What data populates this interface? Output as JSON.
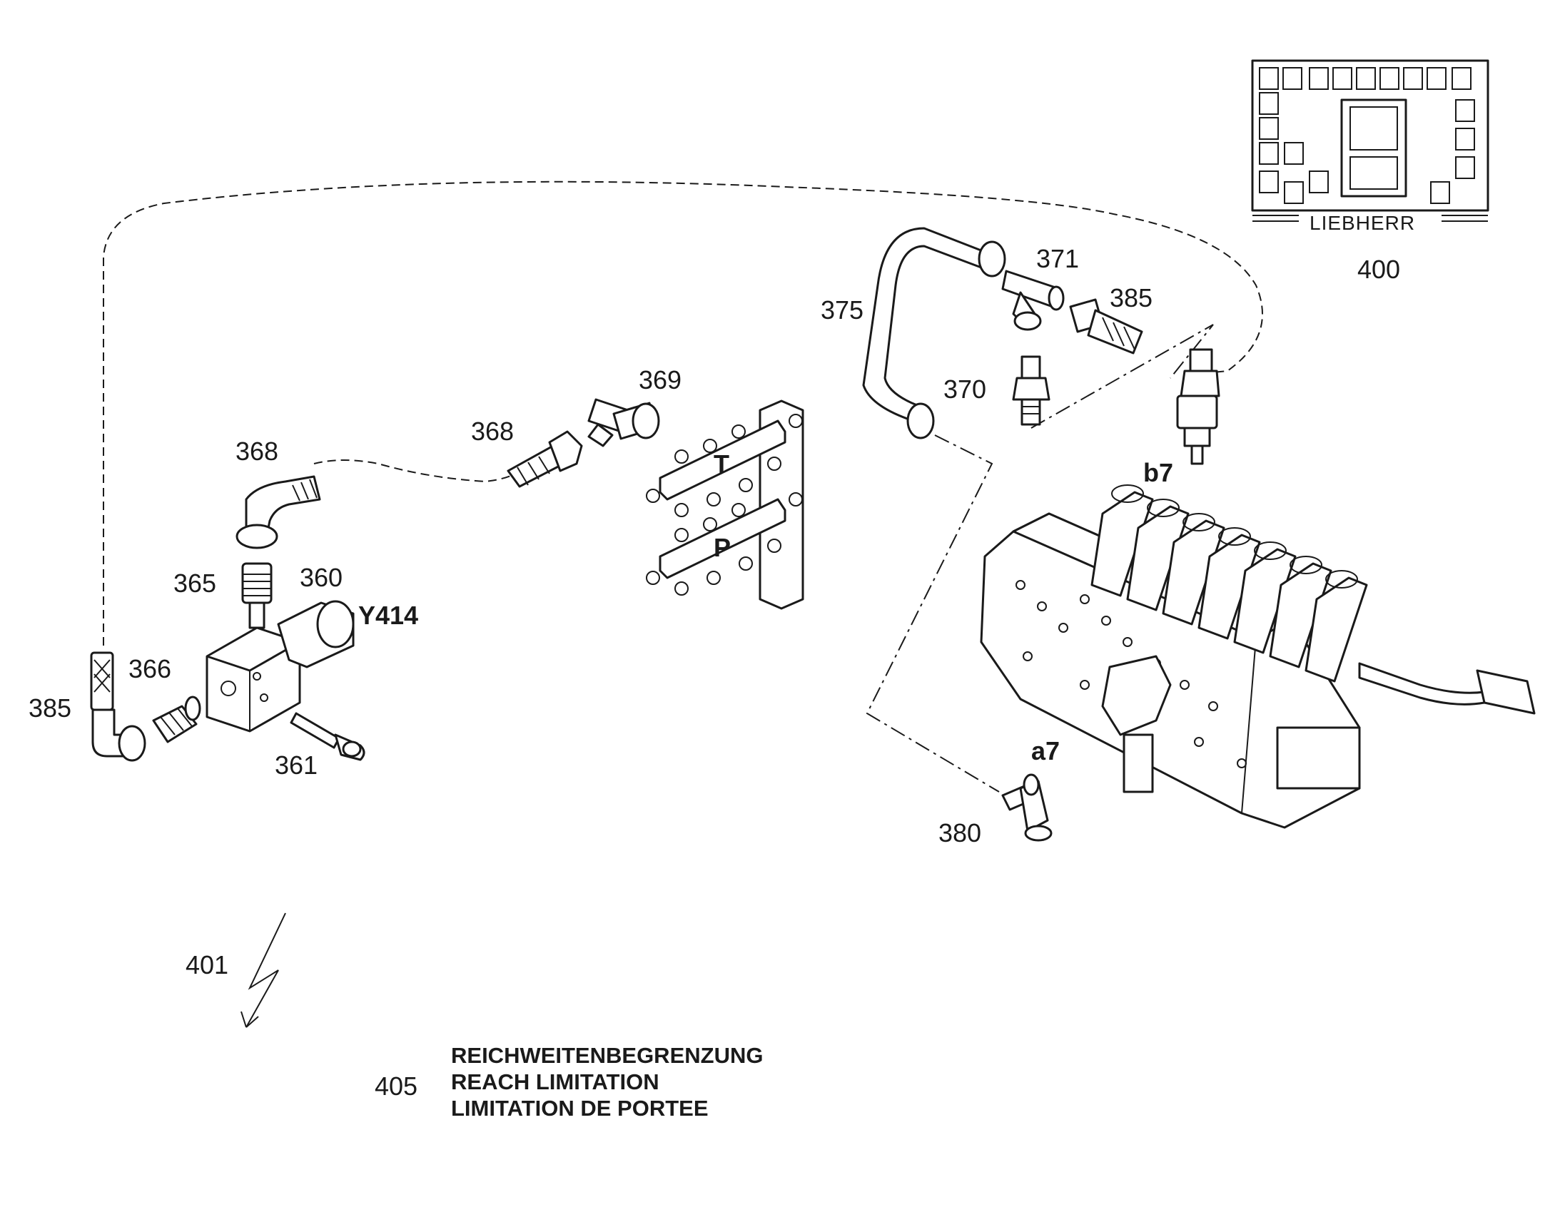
{
  "callouts": {
    "c360": "360",
    "c361": "361",
    "c365": "365",
    "c366": "366",
    "c368a": "368",
    "c368b": "368",
    "c369": "369",
    "c370": "370",
    "c371": "371",
    "c375": "375",
    "c380": "380",
    "c385a": "385",
    "c385b": "385",
    "c400": "400",
    "c401": "401",
    "c405": "405"
  },
  "port_labels": {
    "y414": "Y414",
    "b7": "b7",
    "a7": "a7",
    "manifold_t": "T",
    "manifold_p": "P"
  },
  "panel": {
    "brand": "LIEBHERR"
  },
  "title": {
    "line_de": "REICHWEITENBEGRENZUNG",
    "line_en": "REACH LIMITATION",
    "line_fr": "LIMITATION DE PORTEE"
  }
}
